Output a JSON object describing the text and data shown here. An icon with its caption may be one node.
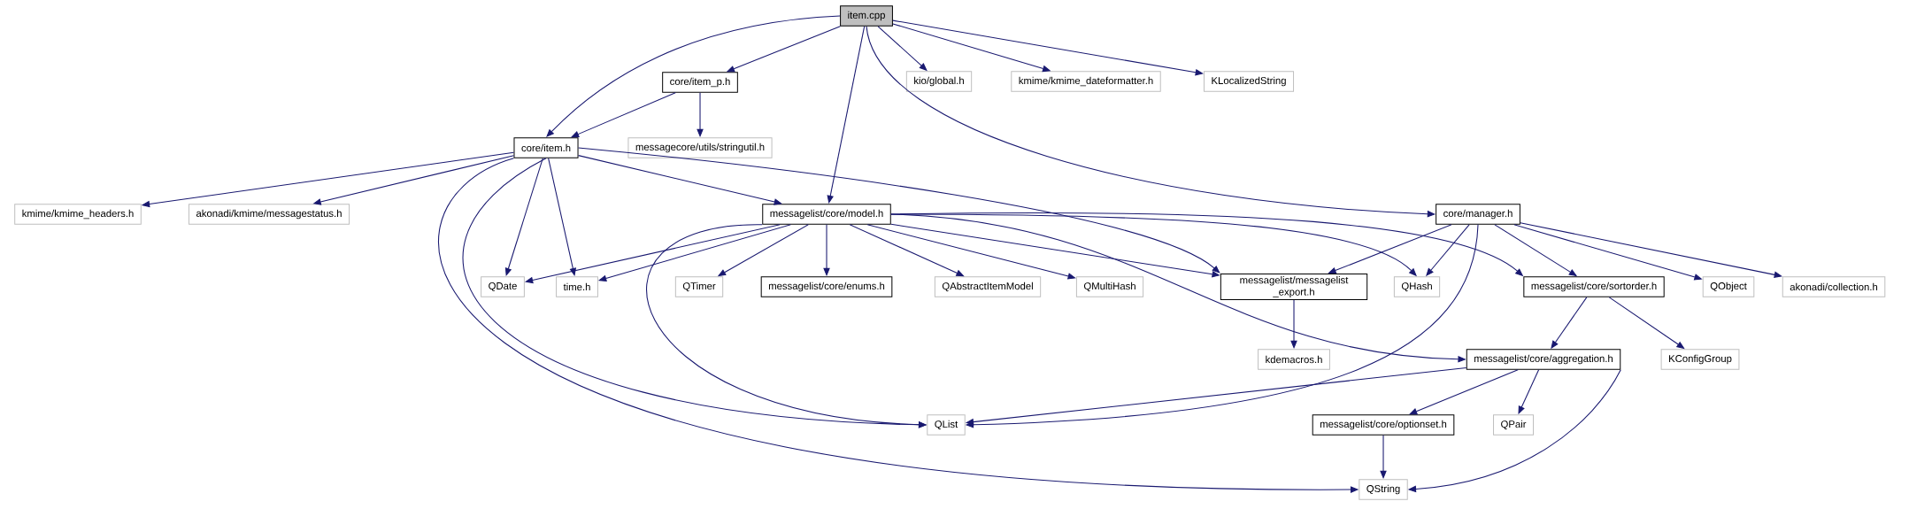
{
  "diagram": {
    "nodes": [
      {
        "text": [
          "item.cpp"
        ]
      },
      {
        "text": [
          "core/item_p.h"
        ]
      },
      {
        "text": [
          "kio/global.h"
        ]
      },
      {
        "text": [
          "kmime/kmime_dateformatter.h"
        ]
      },
      {
        "text": [
          "KLocalizedString"
        ]
      },
      {
        "text": [
          "core/item.h"
        ]
      },
      {
        "text": [
          "messagecore/utils/stringutil.h"
        ]
      },
      {
        "text": [
          "core/manager.h"
        ]
      },
      {
        "text": [
          "kmime/kmime_headers.h"
        ]
      },
      {
        "text": [
          "akonadi/kmime/messagestatus.h"
        ]
      },
      {
        "text": [
          "messagelist/core/model.h"
        ]
      },
      {
        "text": [
          "QDate"
        ]
      },
      {
        "text": [
          "time.h"
        ]
      },
      {
        "text": [
          "QTimer"
        ]
      },
      {
        "text": [
          "messagelist/core/enums.h"
        ]
      },
      {
        "text": [
          "QAbstractItemModel"
        ]
      },
      {
        "text": [
          "QMultiHash"
        ]
      },
      {
        "text": [
          "messagelist/messagelist _export.h"
        ]
      },
      {
        "text": [
          "QHash"
        ]
      },
      {
        "text": [
          "messagelist/core/sortorder.h"
        ]
      },
      {
        "text": [
          "QObject"
        ]
      },
      {
        "text": [
          "akonadi/collection.h"
        ]
      },
      {
        "text": [
          "kdemacros.h"
        ]
      },
      {
        "text": [
          "messagelist/core/aggregation.h"
        ]
      },
      {
        "text": [
          "KConfigGroup"
        ]
      },
      {
        "text": [
          "QList"
        ]
      },
      {
        "text": [
          "messagelist/core/optionset.h"
        ]
      },
      {
        "text": [
          "QPair"
        ]
      },
      {
        "text": [
          "QString"
        ]
      }
    ],
    "edges": [
      {
        "from": 0,
        "to": 1,
        "arrow": "to"
      },
      {
        "from": 0,
        "to": 2,
        "arrow": "to"
      },
      {
        "from": 0,
        "to": 3,
        "arrow": "to"
      },
      {
        "from": 0,
        "to": 4,
        "arrow": "to"
      },
      {
        "from": 0,
        "to": 5,
        "arrow": "to"
      },
      {
        "from": 0,
        "to": 10,
        "arrow": "to"
      },
      {
        "from": 0,
        "to": 7,
        "arrow": "to"
      },
      {
        "from": 1,
        "to": 5,
        "arrow": "to"
      },
      {
        "from": 1,
        "to": 6,
        "arrow": "to"
      },
      {
        "from": 5,
        "to": 8,
        "arrow": "to"
      },
      {
        "from": 5,
        "to": 9,
        "arrow": "to"
      },
      {
        "from": 5,
        "to": 10,
        "arrow": "to"
      },
      {
        "from": 5,
        "to": 11,
        "arrow": "to"
      },
      {
        "from": 5,
        "to": 12,
        "arrow": "to"
      },
      {
        "from": 5,
        "to": 25,
        "arrow": "to"
      },
      {
        "from": 5,
        "to": 28,
        "arrow": "to"
      },
      {
        "from": 5,
        "to": 17,
        "arrow": "to"
      },
      {
        "from": 10,
        "to": 11,
        "arrow": "to"
      },
      {
        "from": 10,
        "to": 12,
        "arrow": "to"
      },
      {
        "from": 10,
        "to": 25,
        "arrow": "to"
      },
      {
        "from": 10,
        "to": 13,
        "arrow": "to"
      },
      {
        "from": 10,
        "to": 14,
        "arrow": "to"
      },
      {
        "from": 10,
        "to": 15,
        "arrow": "to"
      },
      {
        "from": 10,
        "to": 16,
        "arrow": "to"
      },
      {
        "from": 10,
        "to": 17,
        "arrow": "to"
      },
      {
        "from": 10,
        "to": 18,
        "arrow": "to"
      },
      {
        "from": 10,
        "to": 19,
        "arrow": "to"
      },
      {
        "from": 10,
        "to": 23,
        "arrow": "to"
      },
      {
        "from": 7,
        "to": 17,
        "arrow": "to"
      },
      {
        "from": 7,
        "to": 18,
        "arrow": "to"
      },
      {
        "from": 7,
        "to": 25,
        "arrow": "to"
      },
      {
        "from": 7,
        "to": 19,
        "arrow": "to"
      },
      {
        "from": 7,
        "to": 20,
        "arrow": "to"
      },
      {
        "from": 7,
        "to": 21,
        "arrow": "to"
      },
      {
        "from": 17,
        "to": 22,
        "arrow": "to"
      },
      {
        "from": 19,
        "to": 23,
        "arrow": "to"
      },
      {
        "from": 19,
        "to": 24,
        "arrow": "to"
      },
      {
        "from": 23,
        "to": 25,
        "arrow": "to"
      },
      {
        "from": 23,
        "to": 26,
        "arrow": "to"
      },
      {
        "from": 23,
        "to": 27,
        "arrow": "to"
      },
      {
        "from": 23,
        "to": 28,
        "arrow": "to"
      },
      {
        "from": 26,
        "to": 28,
        "arrow": "to"
      }
    ]
  }
}
